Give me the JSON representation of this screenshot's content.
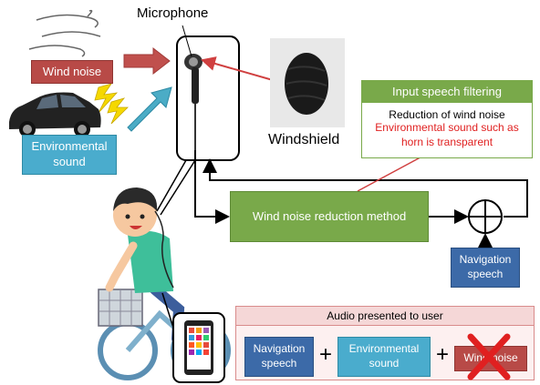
{
  "labels": {
    "microphone": "Microphone",
    "windshield": "Windshield",
    "wind_noise": "Wind noise",
    "environmental_sound": "Environmental\nsound",
    "wind_noise_reduction": "Wind noise reduction method",
    "navigation_speech": "Navigation\nspeech"
  },
  "filtering": {
    "title": "Input speech filtering",
    "line1": "Reduction of wind noise",
    "line2": "Environmental sound such as horn is transparent"
  },
  "audio_panel": {
    "title": "Audio presented to user",
    "item_nav": "Navigation\nspeech",
    "item_env": "Environmental\nsound",
    "item_wind": "Wind noise",
    "plus1": "+",
    "plus2": "+"
  },
  "colors": {
    "wind_red": "#b84a47",
    "env_teal": "#4aaccd",
    "green": "#79a94a",
    "nav_blue": "#3c6aa8",
    "panel_pink": "#f5d7d7",
    "panel_border": "#d98c8c",
    "filter_border": "#79a94a",
    "filter_red_text": "#e02020",
    "cross_red": "#e02020"
  },
  "icons": [
    "wind-icon",
    "car-icon",
    "lightning-icon",
    "earphone-icon",
    "windshield-icon",
    "cyclist-icon",
    "smartphone-icon",
    "summing-junction-icon",
    "cross-icon"
  ]
}
